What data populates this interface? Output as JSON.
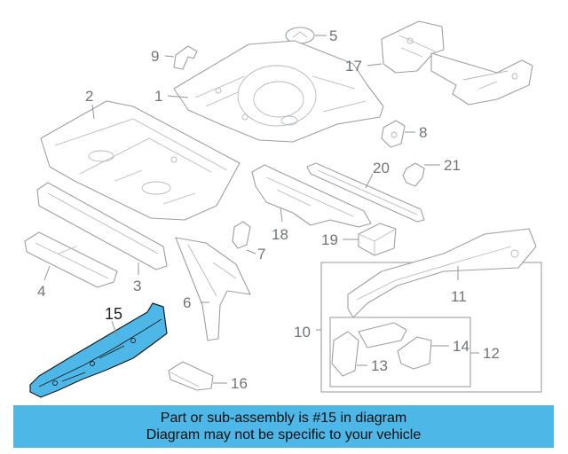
{
  "diagram": {
    "callouts": {
      "c1": "1",
      "c2": "2",
      "c3": "3",
      "c4": "4",
      "c5": "5",
      "c6": "6",
      "c7": "7",
      "c8": "8",
      "c9": "9",
      "c10": "10",
      "c11": "11",
      "c12": "12",
      "c13": "13",
      "c14": "14",
      "c15": "15",
      "c16": "16",
      "c17": "17",
      "c18": "18",
      "c19": "19",
      "c20": "20",
      "c21": "21"
    },
    "highlighted_part": "15",
    "colors": {
      "highlight": "#4db8e8",
      "line": "#9aa0a6",
      "banner": "#4db8e8"
    }
  },
  "banner": {
    "line1": "Part or sub-assembly is #15 in diagram",
    "line2": "Diagram may not be specific to your vehicle"
  }
}
